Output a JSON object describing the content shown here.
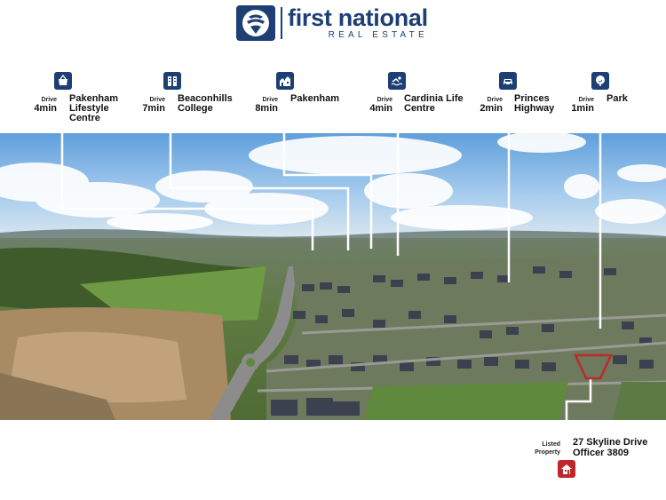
{
  "brand": {
    "name": "first national",
    "sub": "REAL ESTATE",
    "color": "#1d3f74"
  },
  "pois": [
    {
      "drive_small": "Drive",
      "drive_time": "4min",
      "name": "Pakenham\nLifestyle\nCentre",
      "icon": "shopping-basket-icon"
    },
    {
      "drive_small": "Drive",
      "drive_time": "7min",
      "name": "Beaconhills\nCollege",
      "icon": "school-building-icon"
    },
    {
      "drive_small": "Drive",
      "drive_time": "8min",
      "name": "Pakenham",
      "icon": "town-houses-icon"
    },
    {
      "drive_small": "Drive",
      "drive_time": "4min",
      "name": "Cardinia Life\nCentre",
      "icon": "swimmer-icon"
    },
    {
      "drive_small": "Drive",
      "drive_time": "2min",
      "name": "Princes\nHighway",
      "icon": "car-icon"
    },
    {
      "drive_small": "Drive",
      "drive_time": "1min",
      "name": "Park",
      "icon": "tree-icon"
    }
  ],
  "listed": {
    "label": "Listed\nProperty",
    "address_line1": "27 Skyline Drive",
    "address_line2": "Officer 3809",
    "icon": "house-icon",
    "accent": "#c0272d"
  }
}
